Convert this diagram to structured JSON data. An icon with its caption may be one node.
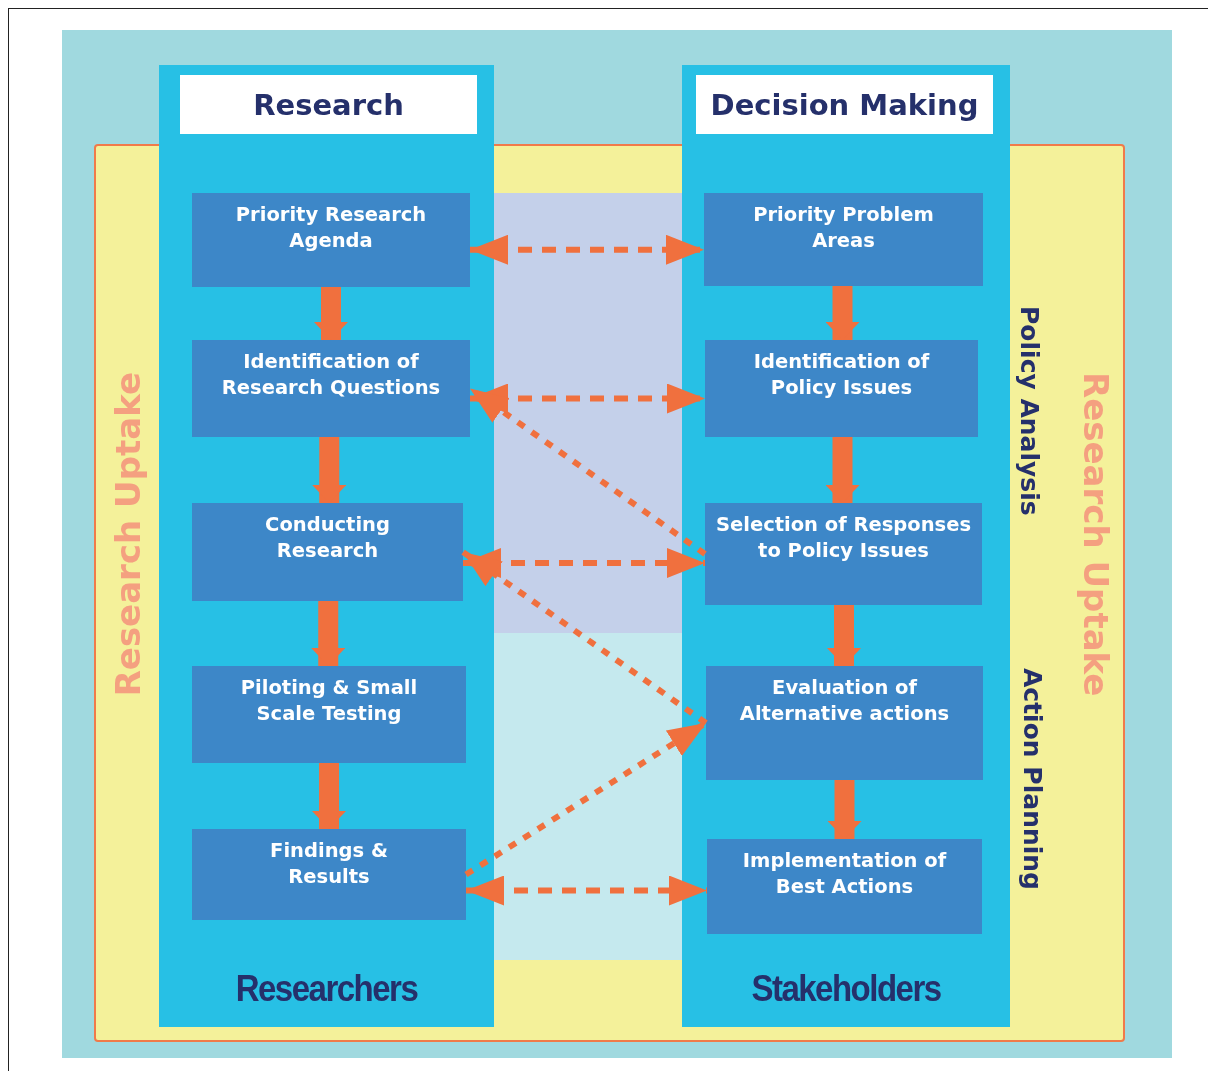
{
  "diagram": {
    "nodes": [
      {
        "text": [
          "Research",
          "Researchers"
        ]
      },
      {
        "text": [
          "Priority Research Agenda"
        ],
        "in": 0
      },
      {
        "text": [
          "Identification of Research Questions"
        ],
        "in": 0
      },
      {
        "text": [
          "Conducting Research"
        ],
        "in": 0
      },
      {
        "text": [
          "Piloting & Small Scale Testing"
        ],
        "in": 0
      },
      {
        "text": [
          "Findings & Results"
        ],
        "in": 0
      },
      {
        "text": [
          "Decision Making",
          "Stakeholders"
        ]
      },
      {
        "text": [
          "Priority Problem Areas"
        ],
        "in": 6
      },
      {
        "text": [
          "Identification of Policy Issues"
        ],
        "in": 6
      },
      {
        "text": [
          "Selection of Responses to Policy Issues"
        ],
        "in": 6
      },
      {
        "text": [
          "Evaluation of Alternative actions"
        ],
        "in": 6
      },
      {
        "text": [
          "Implementation of Best Actions"
        ],
        "in": 6
      }
    ],
    "edges": [
      {
        "from": 1,
        "to": 2,
        "arrow": "to"
      },
      {
        "from": 2,
        "to": 3,
        "arrow": "to"
      },
      {
        "from": 3,
        "to": 4,
        "arrow": "to"
      },
      {
        "from": 4,
        "to": 5,
        "arrow": "to"
      },
      {
        "from": 7,
        "to": 8,
        "arrow": "to"
      },
      {
        "from": 8,
        "to": 9,
        "arrow": "to"
      },
      {
        "from": 9,
        "to": 10,
        "arrow": "to"
      },
      {
        "from": 10,
        "to": 11,
        "arrow": "to"
      },
      {
        "from": 1,
        "to": 7,
        "arrow": "both",
        "style": "dashed"
      },
      {
        "from": 2,
        "to": 8,
        "arrow": "both",
        "style": "dashed"
      },
      {
        "from": 9,
        "to": 2,
        "arrow": "to",
        "style": "dashed"
      },
      {
        "from": 3,
        "to": 9,
        "arrow": "both",
        "style": "dashed"
      },
      {
        "from": 10,
        "to": 3,
        "arrow": "to",
        "style": "dashed"
      },
      {
        "from": 5,
        "to": 10,
        "arrow": "to",
        "style": "dashed"
      },
      {
        "from": 5,
        "to": 11,
        "arrow": "both",
        "style": "dashed"
      }
    ],
    "labels": [
      "Research Uptake",
      "Policy Analysis",
      "Action Planning",
      "Research Uptake"
    ]
  }
}
